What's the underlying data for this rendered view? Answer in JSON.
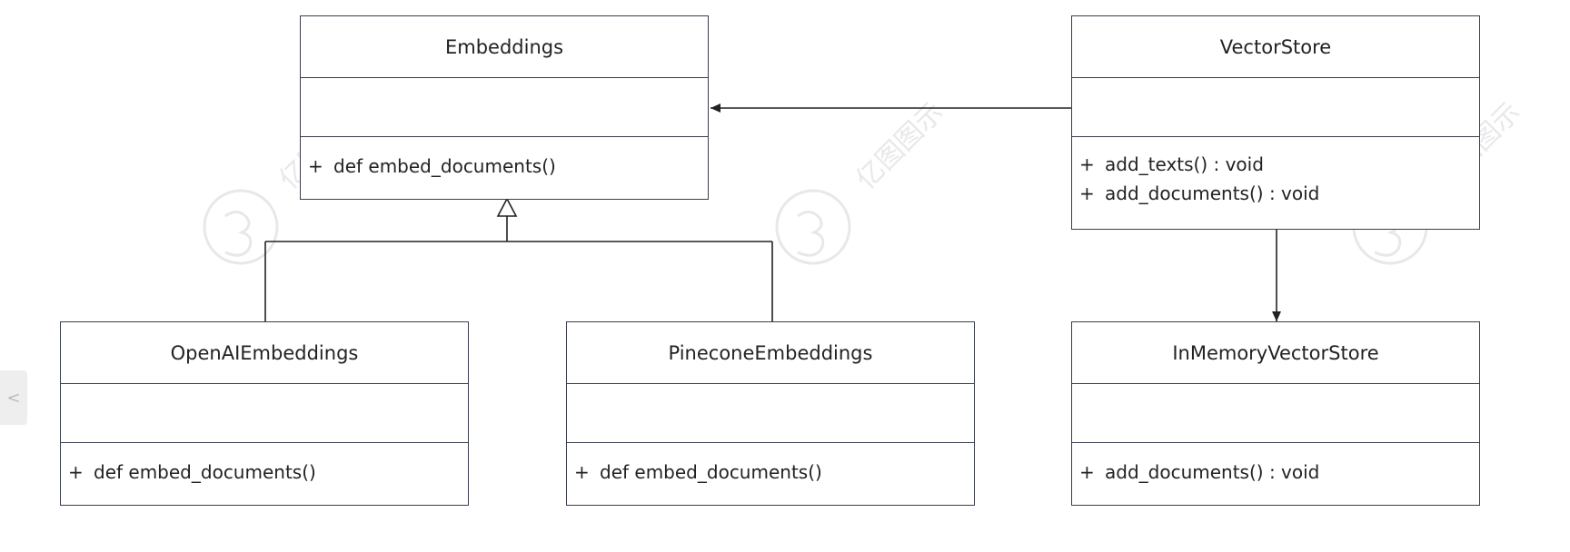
{
  "diagram": {
    "classes": {
      "embeddings": {
        "name": "Embeddings",
        "methods": [
          {
            "visibility": "+",
            "signature": "def embed_documents()"
          }
        ]
      },
      "vector_store": {
        "name": "VectorStore",
        "methods": [
          {
            "visibility": "+",
            "signature": "add_texts() : void"
          },
          {
            "visibility": "+",
            "signature": "add_documents() : void"
          }
        ]
      },
      "openai_embeddings": {
        "name": "OpenAIEmbeddings",
        "methods": [
          {
            "visibility": "+",
            "signature": "def embed_documents()"
          }
        ]
      },
      "pinecone_embeddings": {
        "name": "PineconeEmbeddings",
        "methods": [
          {
            "visibility": "+",
            "signature": "def embed_documents()"
          }
        ]
      },
      "in_memory_vector_store": {
        "name": "InMemoryVectorStore",
        "methods": [
          {
            "visibility": "+",
            "signature": "add_documents() : void"
          }
        ]
      }
    }
  },
  "ui": {
    "side_tab_glyph": "<",
    "watermark_text": "亿图图示"
  },
  "colors": {
    "border": "#3a3f4f",
    "line": "#222222",
    "background": "#ffffff"
  }
}
